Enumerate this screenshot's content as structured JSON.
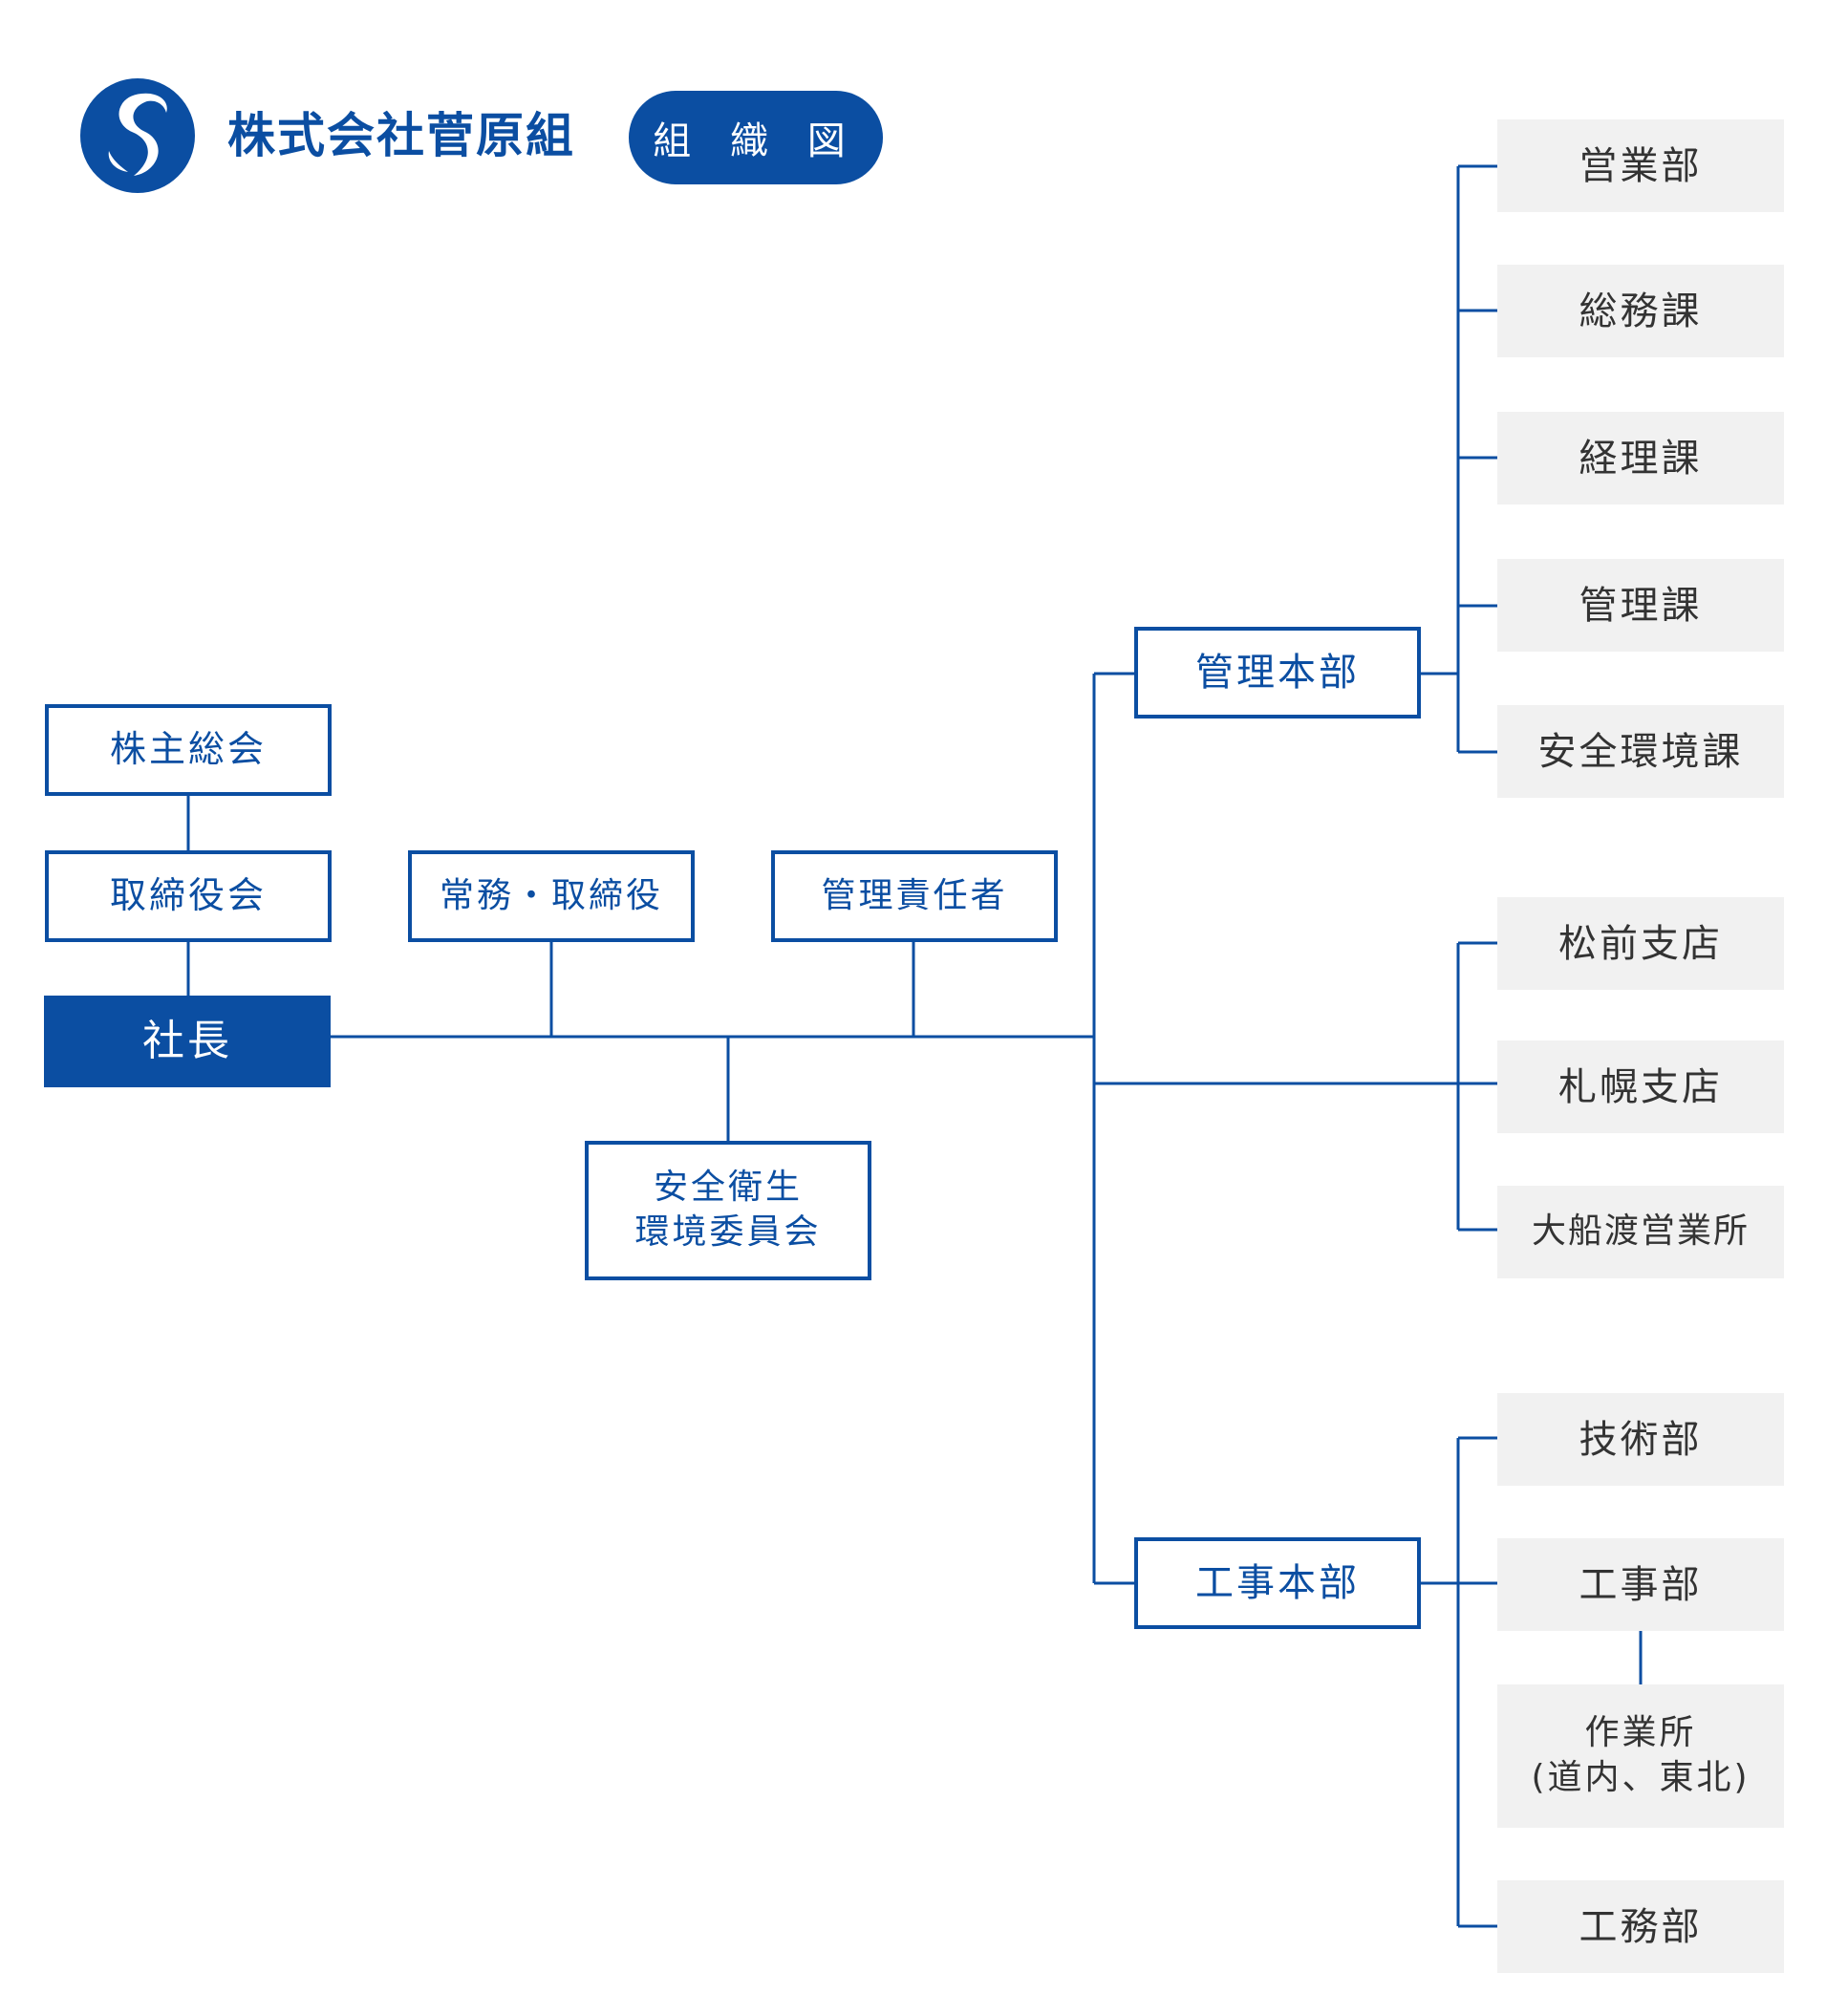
{
  "header": {
    "company_name": "株式会社菅原組",
    "chart_title": "組 織 図",
    "brand_color": "#0b4ea2"
  },
  "nodes": {
    "shareholders_meeting": "株主総会",
    "board_of_directors": "取締役会",
    "president": "社長",
    "managing_director": "常務・取締役",
    "manager_in_charge": "管理責任者",
    "safety_committee_line1": "安全衛生",
    "safety_committee_line2": "環境委員会",
    "admin_hq": "管理本部",
    "construction_hq": "工事本部"
  },
  "admin_departments": [
    "営業部",
    "総務課",
    "経理課",
    "管理課",
    "安全環境課"
  ],
  "branches": [
    "松前支店",
    "札幌支店",
    "大船渡営業所"
  ],
  "construction_departments": {
    "technical": "技術部",
    "construction": "工事部",
    "worksite_line1": "作業所",
    "worksite_line2": "(道内、東北)",
    "works": "工務部"
  }
}
